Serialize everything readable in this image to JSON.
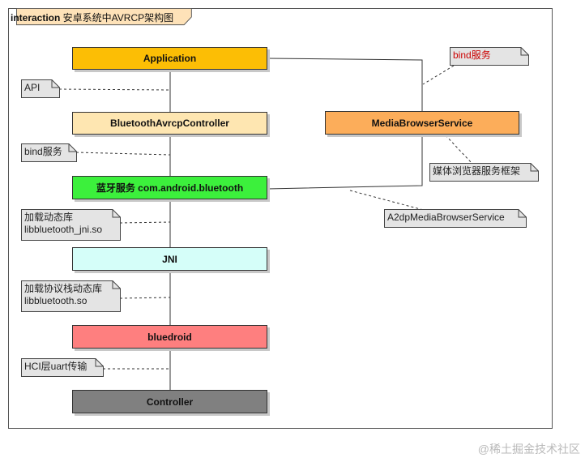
{
  "diagram": {
    "title_prefix": "interaction",
    "title_main": " 安卓系统中AVRCP架构图",
    "boxes": {
      "application": {
        "label": "Application",
        "color": "#fcbe05"
      },
      "avrcp_controller": {
        "label": "BluetoothAvrcpController",
        "color": "#fee6b1"
      },
      "bluetooth_service": {
        "label": "蓝牙服务 com.android.bluetooth",
        "color": "#3cf03c"
      },
      "jni": {
        "label": "JNI",
        "color": "#d5fef9"
      },
      "bluedroid": {
        "label": "bluedroid",
        "color": "#fe7f7f"
      },
      "controller": {
        "label": "Controller",
        "color": "#808080"
      },
      "media_browser_service": {
        "label": "MediaBrowserService",
        "color": "#fcad5a"
      }
    },
    "notes": {
      "api": "API",
      "bind_service_left": "bind服务",
      "load_lib_line1": "加载动态库",
      "load_lib_line2": "libbluetooth_jni.so",
      "load_stack_line1": "加载协议栈动态库",
      "load_stack_line2": "libbluetooth.so",
      "hci_uart": "HCI层uart传输",
      "bind_service_right": "bind服务",
      "media_framework": "媒体浏览器服务框架",
      "a2dp_service": "A2dpMediaBrowserService"
    },
    "colors": {
      "note_fill": "#e4e4e4",
      "bind_service_right_text": "#cc0000"
    }
  },
  "watermark": "@稀土掘金技术社区"
}
